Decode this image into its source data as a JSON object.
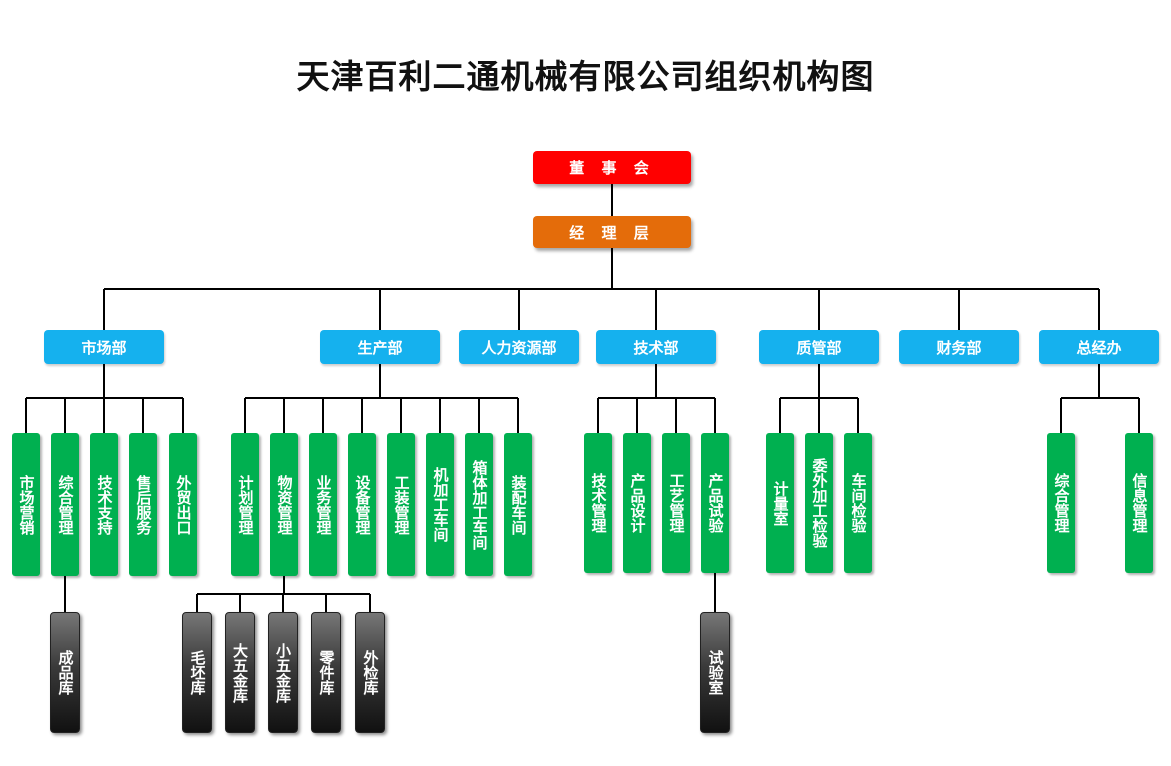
{
  "title": "天津百利二通机械有限公司组织机构图",
  "board": "董 事 会",
  "management": "经 理 层",
  "departments": {
    "market": "市场部",
    "production": "生产部",
    "hr": "人力资源部",
    "tech": "技术部",
    "quality": "质管部",
    "finance": "财务部",
    "office": "总经办"
  },
  "market_units": [
    "市场营销",
    "综合管理",
    "技术支持",
    "售后服务",
    "外贸出口"
  ],
  "production_units": [
    "计划管理",
    "物资管理",
    "业务管理",
    "设备管理",
    "工装管理",
    "机加工车间",
    "箱体加工车间",
    "装配车间"
  ],
  "tech_units": [
    "技术管理",
    "产品设计",
    "工艺管理",
    "产品试验"
  ],
  "quality_units": [
    "计量室",
    "委外加工检验",
    "车间检验"
  ],
  "office_units": [
    "综合管理",
    "信息管理"
  ],
  "market_store": "成品库",
  "material_stores": [
    "毛坯库",
    "大五金库",
    "小五金库",
    "零件库",
    "外检库"
  ],
  "test_room": "试验室"
}
